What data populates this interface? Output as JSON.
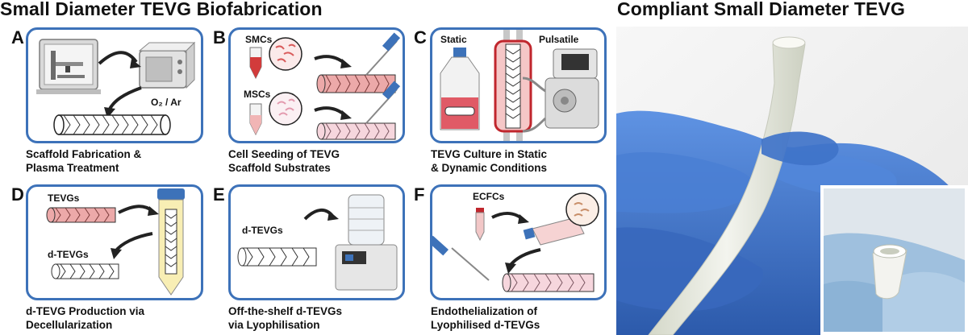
{
  "titles": {
    "left": "Small Diameter TEVG Biofabrication",
    "right": "Compliant Small Diameter TEVG"
  },
  "panels": [
    {
      "letter": "A",
      "caption_line1": "Scaffold Fabrication &",
      "caption_line2": "Plasma Treatment",
      "labels": {
        "gas": "O₂ / Ar"
      }
    },
    {
      "letter": "B",
      "caption_line1": "Cell Seeding of TEVG",
      "caption_line2": "Scaffold Substrates",
      "labels": {
        "smc": "SMCs",
        "msc": "MSCs"
      }
    },
    {
      "letter": "C",
      "caption_line1": "TEVG Culture in Static",
      "caption_line2": "& Dynamic Conditions",
      "labels": {
        "static": "Static",
        "pulsatile": "Pulsatile"
      }
    },
    {
      "letter": "D",
      "caption_line1": "d-TEVG Production via",
      "caption_line2": "Decellularization",
      "labels": {
        "tevgs": "TEVGs",
        "dtevgs": "d-TEVGs"
      }
    },
    {
      "letter": "E",
      "caption_line1": "Off-the-shelf d-TEVGs",
      "caption_line2": "via Lyophilisation",
      "labels": {
        "dtevgs": "d-TEVGs"
      }
    },
    {
      "letter": "F",
      "caption_line1": "Endothelialization of",
      "caption_line2": "Lyophilised d-TEVGs",
      "labels": {
        "ecfcs": "ECFCs"
      }
    }
  ],
  "colors": {
    "panel_border": "#3d72b9",
    "tissue_pink": "#e8a2a2",
    "glove_blue": "#3f73c9",
    "tube_white": "#e9ebe2"
  }
}
